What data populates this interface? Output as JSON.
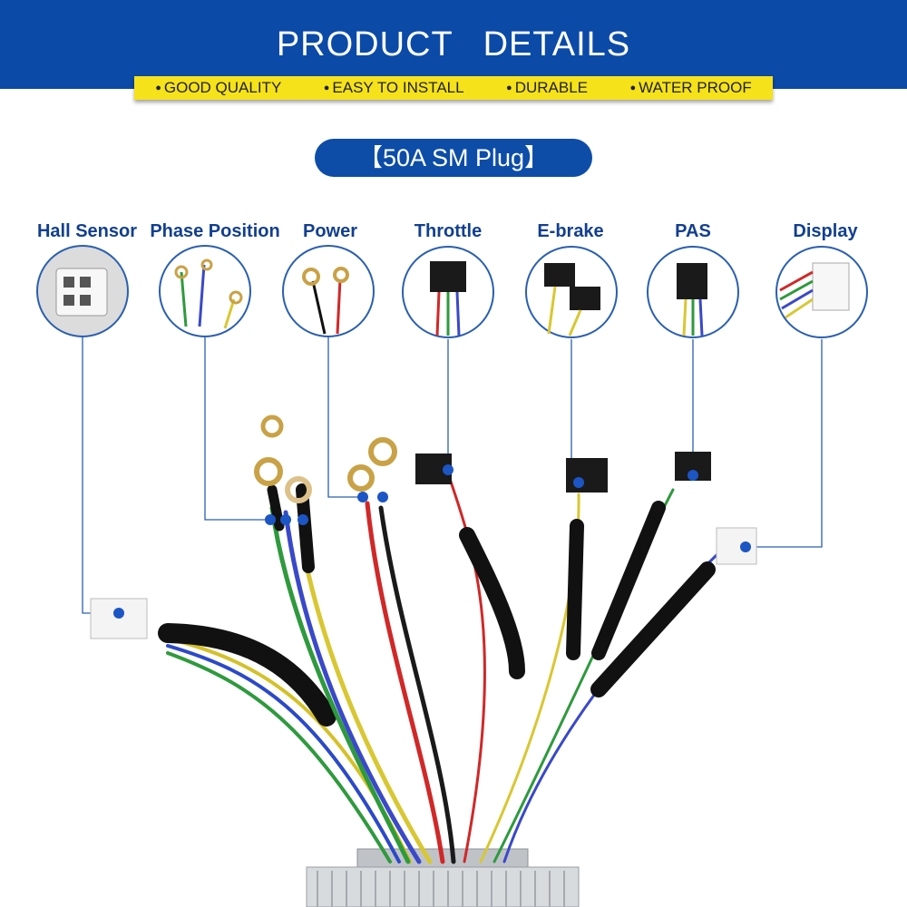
{
  "header": {
    "title": "PRODUCT   DETAILS",
    "features": [
      "GOOD QUALITY",
      "EASY TO INSTALL",
      "DURABLE",
      "WATER PROOF"
    ],
    "colors": {
      "banner": "#0b4aa6",
      "strip": "#f5e21a"
    }
  },
  "model": {
    "label": "【50A SM  Plug】"
  },
  "connectors": [
    {
      "name": "Hall Sensor",
      "icon": "hall-sensor-plug-icon"
    },
    {
      "name": "Phase Position",
      "icon": "phase-ring-terminal-icon"
    },
    {
      "name": "Power",
      "icon": "power-ring-terminal-icon"
    },
    {
      "name": "Throttle",
      "icon": "throttle-plug-icon"
    },
    {
      "name": "E-brake",
      "icon": "ebrake-plug-icon"
    },
    {
      "name": "PAS",
      "icon": "pas-plug-icon"
    },
    {
      "name": "Display",
      "icon": "display-plug-icon"
    }
  ]
}
